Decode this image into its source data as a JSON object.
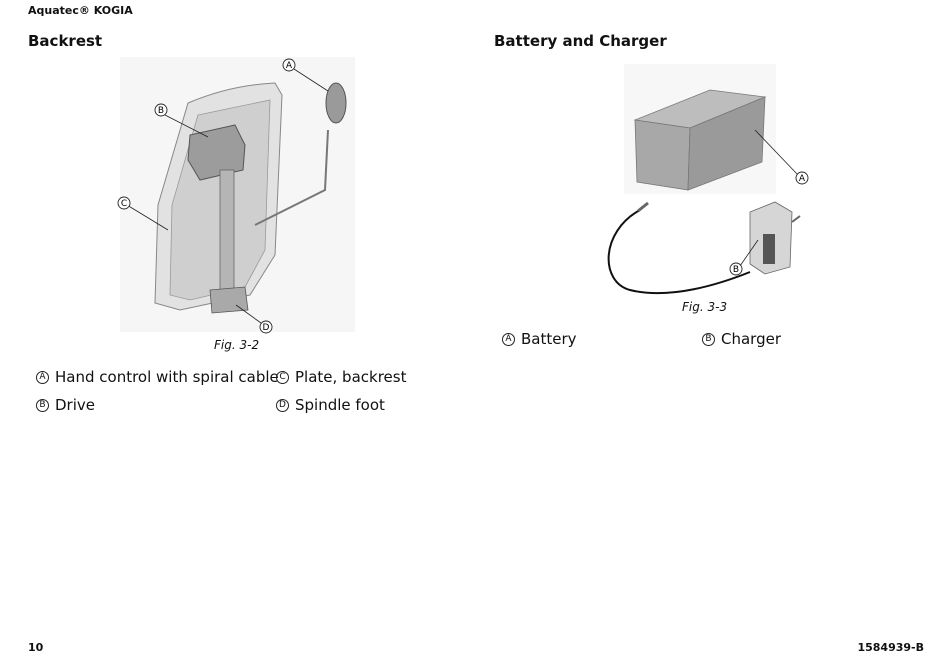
{
  "header": {
    "product": "Aquatec® KOGIA"
  },
  "backrest": {
    "heading": "Backrest",
    "caption": "Fig. 3-2",
    "callouts": {
      "a": "A",
      "b": "B",
      "c": "C",
      "d": "D"
    },
    "legend": [
      {
        "marker": "A",
        "text": "Hand control with spiral cable"
      },
      {
        "marker": "B",
        "text": "Drive"
      },
      {
        "marker": "C",
        "text": "Plate, backrest"
      },
      {
        "marker": "D",
        "text": "Spindle foot"
      }
    ]
  },
  "battery": {
    "heading": "Battery and Charger",
    "caption": "Fig. 3-3",
    "callouts": {
      "a": "A",
      "b": "B"
    },
    "legend": [
      {
        "marker": "A",
        "text": "Battery"
      },
      {
        "marker": "B",
        "text": "Charger"
      }
    ]
  },
  "footer": {
    "page": "10",
    "doc_number": "1584939-B"
  }
}
